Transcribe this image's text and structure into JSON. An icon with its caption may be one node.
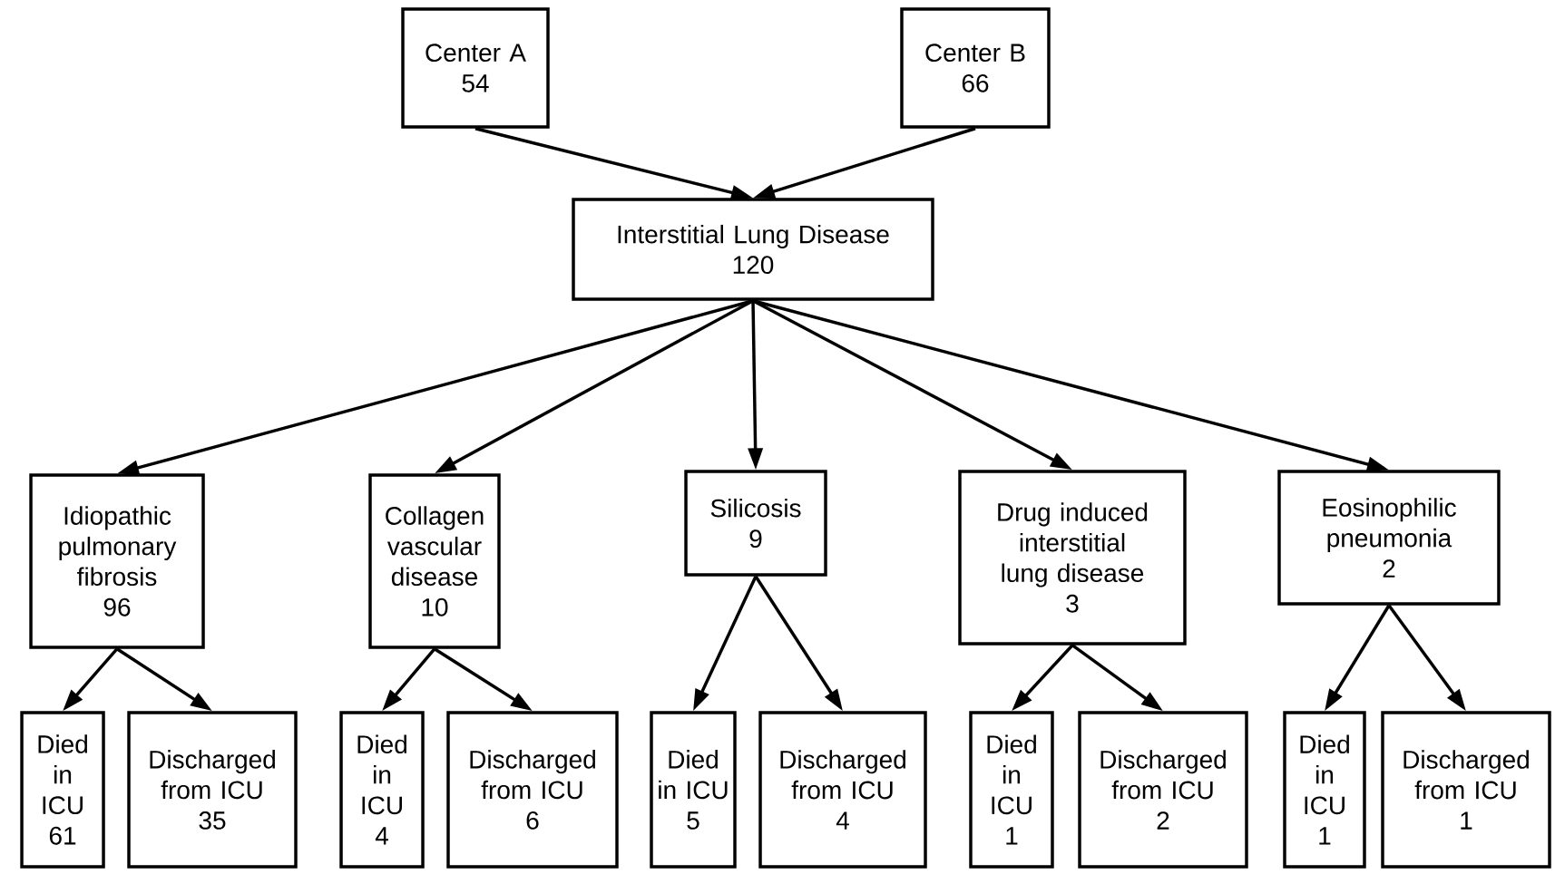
{
  "diagram": {
    "nodes": [
      {
        "text": [
          "Center A",
          "54"
        ]
      },
      {
        "text": [
          "Center B",
          "66"
        ]
      },
      {
        "text": [
          "Interstitial Lung Disease",
          "120"
        ]
      },
      {
        "text": [
          "Idiopathic pulmonary fibrosis",
          "96"
        ]
      },
      {
        "text": [
          "Collagen vascular disease",
          "10"
        ]
      },
      {
        "text": [
          "Silicosis",
          "9"
        ]
      },
      {
        "text": [
          "Drug induced interstitial lung disease",
          "3"
        ]
      },
      {
        "text": [
          "Eosinophilic pneumonia",
          "2"
        ]
      },
      {
        "text": [
          "Died in ICU",
          "61"
        ]
      },
      {
        "text": [
          "Discharged from ICU",
          "35"
        ]
      },
      {
        "text": [
          "Died in ICU",
          "4"
        ]
      },
      {
        "text": [
          "Discharged from ICU",
          "6"
        ]
      },
      {
        "text": [
          "Died in ICU",
          "5"
        ]
      },
      {
        "text": [
          "Discharged from ICU",
          "4"
        ]
      },
      {
        "text": [
          "Died in ICU",
          "1"
        ]
      },
      {
        "text": [
          "Discharged from ICU",
          "2"
        ]
      },
      {
        "text": [
          "Died in ICU",
          "1"
        ]
      },
      {
        "text": [
          "Discharged from ICU",
          "1"
        ]
      }
    ],
    "edges": [
      {
        "from": 0,
        "to": 2,
        "arrow": "to"
      },
      {
        "from": 1,
        "to": 2,
        "arrow": "to"
      },
      {
        "from": 2,
        "to": 3,
        "arrow": "to"
      },
      {
        "from": 2,
        "to": 4,
        "arrow": "to"
      },
      {
        "from": 2,
        "to": 5,
        "arrow": "to"
      },
      {
        "from": 2,
        "to": 6,
        "arrow": "to"
      },
      {
        "from": 2,
        "to": 7,
        "arrow": "to"
      },
      {
        "from": 3,
        "to": 8,
        "arrow": "to"
      },
      {
        "from": 3,
        "to": 9,
        "arrow": "to"
      },
      {
        "from": 4,
        "to": 10,
        "arrow": "to"
      },
      {
        "from": 4,
        "to": 11,
        "arrow": "to"
      },
      {
        "from": 5,
        "to": 12,
        "arrow": "to"
      },
      {
        "from": 5,
        "to": 13,
        "arrow": "to"
      },
      {
        "from": 6,
        "to": 14,
        "arrow": "to"
      },
      {
        "from": 6,
        "to": 15,
        "arrow": "to"
      },
      {
        "from": 7,
        "to": 16,
        "arrow": "to"
      },
      {
        "from": 7,
        "to": 17,
        "arrow": "to"
      }
    ]
  }
}
